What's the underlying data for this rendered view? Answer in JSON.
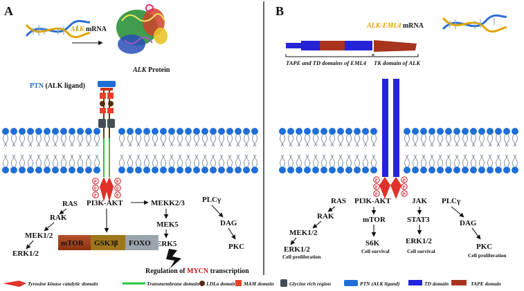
{
  "colors": {
    "membrane_head": "#1f6ed8",
    "td_domain": "#2424d6",
    "tape_domain": "#a8341e",
    "kinase": "#e0322a",
    "mam": "#e8412b",
    "ldla": "#5a2a12",
    "glycine": "#454d55",
    "transmembrane": "#27c43a",
    "ptn": "#1f6ed8",
    "accent_red": "#d0101b",
    "mrna_label": "#e2a400",
    "mtor_box": "#a23f18",
    "gsk_box": "#a0761c",
    "foxo_box": "#9aa4ac"
  },
  "panel_a": {
    "letter": "A",
    "mrna_gene": "ALK",
    "mrna_suffix": " mRNA",
    "protein_gene": "ALK",
    "protein_suffix": " Protein",
    "ptn_name": "PTN",
    "ptn_suffix": " (ALK ligand)",
    "phospho": "P",
    "pi3k": "PI3K-AKT",
    "mekk": "MEKK2/3",
    "plcg": "PLCγ",
    "ras": "RAS",
    "rak": "RAK",
    "mek": "MEK1/2",
    "erk": "ERK1/2",
    "mek5": "MEK5",
    "erk5": "ERK5",
    "dag": "DAG",
    "pkc": "PKC",
    "mtor": "mTOR",
    "gsk": "GSK3β",
    "foxo": "FOXO",
    "regulation_prefix": "Regulation of ",
    "regulation_gene": "MYCN",
    "regulation_suffix": " transcription"
  },
  "panel_b": {
    "letter": "B",
    "mrna_gene": "ALK-EML4",
    "mrna_suffix": " mRNA",
    "tape_td_label": "TAPE and TD domains of EML4",
    "tk_label": "TK domain of ALK",
    "phospho": "P",
    "ras": "RAS",
    "rak": "RAK",
    "mek": "MEK1/2",
    "erk": "ERK1/2",
    "pi3k": "PI3K-AKT",
    "mtor": "mTOR",
    "s6k": "S6K",
    "jak": "JAK",
    "stat3": "STAT3",
    "erk2": "ERK1/2",
    "plcg": "PLCγ",
    "dag": "DAG",
    "pkc": "PKC",
    "proliferation": "Cell proliferation",
    "survival": "Cell survival"
  },
  "legend": [
    {
      "label": "Tyrosine kinase catalytic domain",
      "icon": "kinase-domain-icon"
    },
    {
      "label": "Transmembrane domain",
      "icon": "transmembrane-line-icon"
    },
    {
      "label": "LDLa domain",
      "icon": "ldla-dot-icon"
    },
    {
      "label": "MAM domain",
      "icon": "mam-square-icon"
    },
    {
      "label": "Glycine rich region",
      "icon": "glycine-square-icon"
    },
    {
      "label": "PTN (ALK ligand)",
      "icon": "ptn-bar-icon"
    },
    {
      "label": "TD domain",
      "icon": "td-bar-icon"
    },
    {
      "label": "TAPE domain",
      "icon": "tape-bar-icon"
    }
  ]
}
